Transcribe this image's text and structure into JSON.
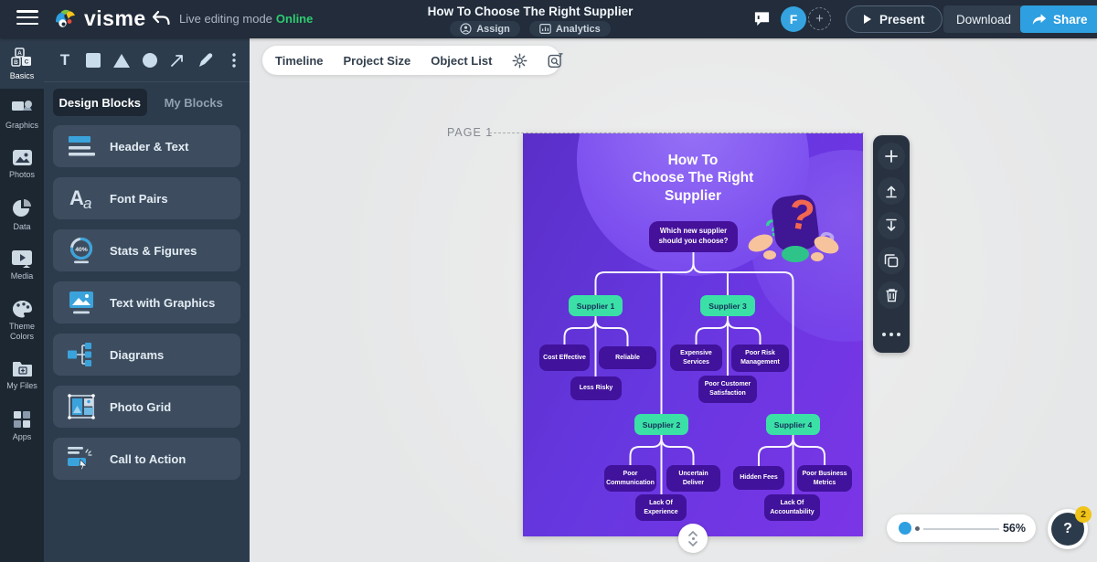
{
  "topbar": {
    "brand": "visme",
    "live_label": "Live editing mode",
    "online_label": "Online",
    "doc_title": "How To Choose The Right Supplier",
    "assign_label": "Assign",
    "analytics_label": "Analytics",
    "avatar_initial": "F",
    "present_label": "Present",
    "download_label": "Download",
    "share_label": "Share"
  },
  "sidebar": {
    "items": [
      {
        "label": "Basics",
        "icon": "basics-blocks-icon",
        "active": true
      },
      {
        "label": "Graphics",
        "icon": "graphics-shapes-icon",
        "active": false
      },
      {
        "label": "Photos",
        "icon": "photos-image-icon",
        "active": false
      },
      {
        "label": "Data",
        "icon": "data-pie-icon",
        "active": false
      },
      {
        "label": "Media",
        "icon": "media-video-icon",
        "active": false
      },
      {
        "label": "Theme Colors",
        "icon": "theme-colors-palette-icon",
        "active": false
      },
      {
        "label": "My Files",
        "icon": "my-files-folder-icon",
        "active": false
      },
      {
        "label": "Apps",
        "icon": "apps-grid-icon",
        "active": false
      }
    ]
  },
  "panel": {
    "tabs": [
      {
        "label": "Design Blocks",
        "active": true
      },
      {
        "label": "My Blocks",
        "active": false
      }
    ],
    "blocks": [
      {
        "label": "Header & Text",
        "icon": "header-text-icon"
      },
      {
        "label": "Font Pairs",
        "icon": "font-pairs-icon"
      },
      {
        "label": "Stats & Figures",
        "icon": "stats-figures-icon",
        "badge": "40%"
      },
      {
        "label": "Text with Graphics",
        "icon": "text-with-graphics-icon"
      },
      {
        "label": "Diagrams",
        "icon": "diagrams-icon"
      },
      {
        "label": "Photo Grid",
        "icon": "photo-grid-icon"
      },
      {
        "label": "Call to Action",
        "icon": "call-to-action-icon"
      }
    ]
  },
  "canvasbar": {
    "tabs": [
      "Timeline",
      "Project Size",
      "Object List"
    ]
  },
  "canvas": {
    "page_label": "PAGE 1",
    "zoom_percent": "56%",
    "help_label": "?",
    "help_badge": "2"
  },
  "diagram": {
    "title_lines": [
      "How To",
      "Choose The Right",
      "Supplier"
    ],
    "question": "Which new supplier should you choose?",
    "suppliers": [
      {
        "name": "Supplier 1",
        "children": [
          "Cost Effective",
          "Reliable",
          "Less Risky"
        ]
      },
      {
        "name": "Supplier 3",
        "children": [
          "Expensive Services",
          "Poor Risk Management",
          "Poor Customer Satisfaction"
        ]
      },
      {
        "name": "Supplier 2",
        "children": [
          "Poor Communication",
          "Uncertain Deliver",
          "Lack Of Experience"
        ]
      },
      {
        "name": "Supplier 4",
        "children": [
          "Hidden Fees",
          "Poor Business Metrics",
          "Lack Of Accountability"
        ]
      }
    ]
  },
  "colors": {
    "accent_blue": "#2e9fe0",
    "online_green": "#2ecc71",
    "supplier_green": "#3be0a6",
    "node_purple": "#41129b",
    "page_gradient_start": "#5a2fc8",
    "page_gradient_end": "#7b35e6",
    "badge_yellow": "#f0c419"
  }
}
